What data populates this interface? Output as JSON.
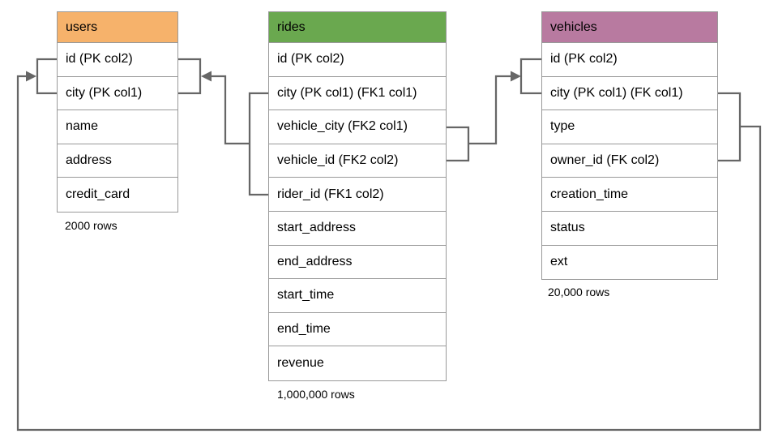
{
  "tables": {
    "users": {
      "title": "users",
      "header_color": "#F6B26B",
      "columns": [
        "id (PK col2)",
        "city (PK col1)",
        "name",
        "address",
        "credit_card"
      ],
      "row_count": "2000 rows"
    },
    "rides": {
      "title": "rides",
      "header_color": "#6AA84F",
      "columns": [
        "id (PK col2)",
        "city (PK col1) (FK1 col1)",
        "vehicle_city (FK2 col1)",
        "vehicle_id (FK2 col2)",
        "rider_id (FK1 col2)",
        "start_address",
        "end_address",
        "start_time",
        "end_time",
        "revenue"
      ],
      "row_count": "1,000,000 rows"
    },
    "vehicles": {
      "title": "vehicles",
      "header_color": "#B87AA0",
      "columns": [
        "id (PK col2)",
        "city (PK col1) (FK col1)",
        "type",
        "owner_id (FK col2)",
        "creation_time",
        "status",
        "ext"
      ],
      "row_count": "20,000 rows"
    }
  },
  "relationships": [
    {
      "name": "rides FK1 -> users",
      "from": "rides (city, rider_id)",
      "to": "users (id, city)"
    },
    {
      "name": "rides FK2 -> vehicles",
      "from": "rides (vehicle_city, vehicle_id)",
      "to": "vehicles (id, city)"
    },
    {
      "name": "vehicles FK -> users",
      "from": "vehicles (city, owner_id)",
      "to": "users (id, city)"
    }
  ],
  "colors": {
    "line": "#666666",
    "cell_border": "#999999",
    "background": "#FFFFFF",
    "text": "#000000"
  }
}
